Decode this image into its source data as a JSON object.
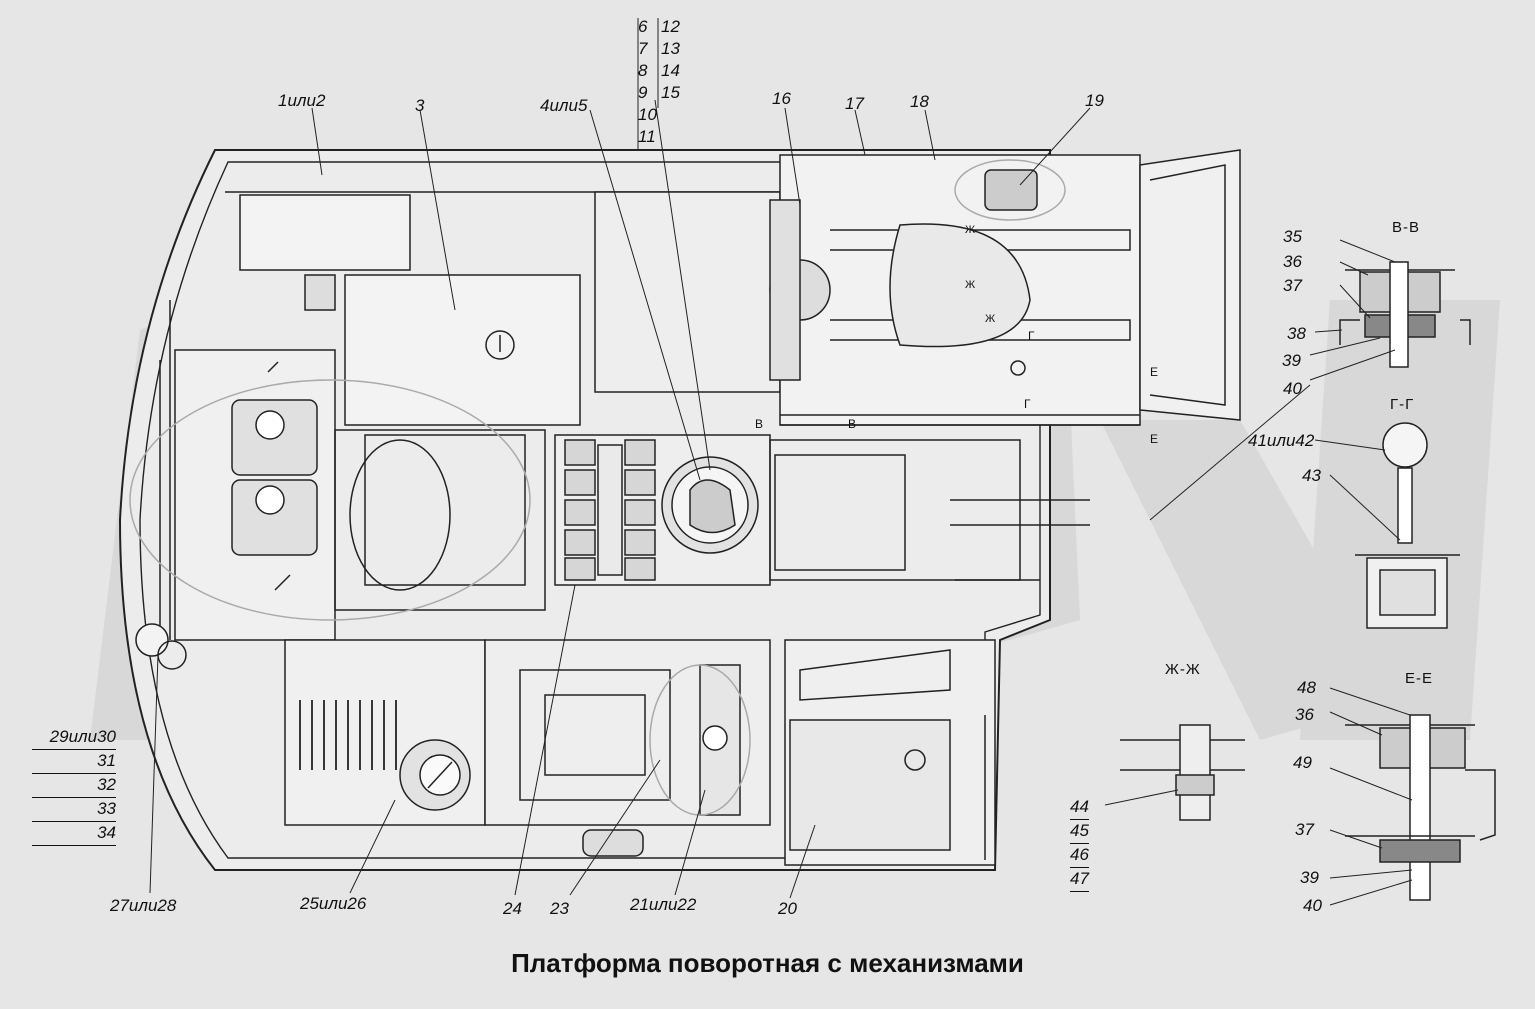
{
  "title": "Платформа поворотная с механизмами",
  "labels": {
    "l1": "1или2",
    "l3": "3",
    "l4": "4или5",
    "l16": "16",
    "l17": "17",
    "l18": "18",
    "l19": "19",
    "l20": "20",
    "l21": "21или22",
    "l23": "23",
    "l24": "24",
    "l25": "25или26",
    "l27": "27или28",
    "l35": "35",
    "l36a": "36",
    "l37a": "37",
    "l38": "38",
    "l39a": "39",
    "l40a": "40",
    "l41": "41или42",
    "l43": "43",
    "l48": "48",
    "l36b": "36",
    "l49": "49",
    "l37b": "37",
    "l39b": "39",
    "l40b": "40"
  },
  "stacks": {
    "left_col": [
      "6",
      "7",
      "8",
      "9",
      "10",
      "11"
    ],
    "right_col": [
      "12",
      "13",
      "14",
      "15"
    ],
    "group29": [
      "29или30",
      "31",
      "32",
      "33",
      "34"
    ],
    "group44": [
      "44",
      "45",
      "46",
      "47"
    ]
  },
  "sections": {
    "bb": "В-В",
    "gg": "Г-Г",
    "zhzh": "Ж-Ж",
    "ee": "Е-Е"
  },
  "marks": {
    "v1": "В",
    "v2": "В",
    "g1": "Г",
    "g2": "Г",
    "e1": "Е",
    "e2": "Е",
    "zh1": "Ж",
    "zh2": "Ж",
    "zh3": "Ж"
  }
}
